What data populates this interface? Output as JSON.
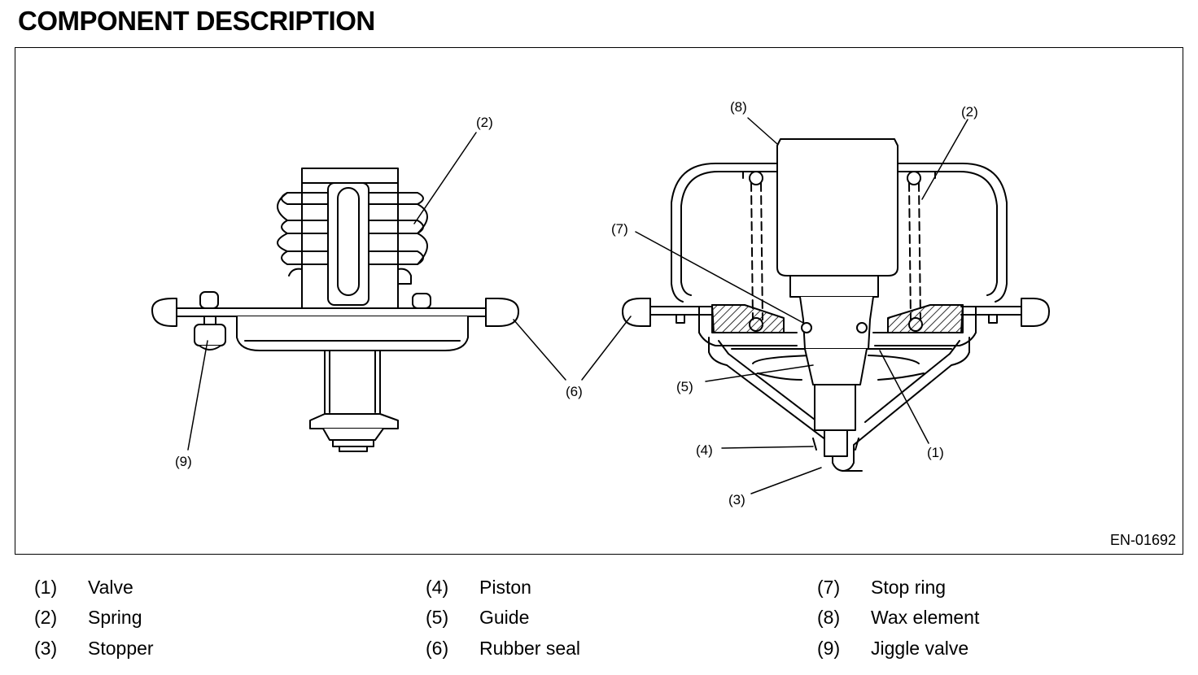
{
  "title": "COMPONENT DESCRIPTION",
  "figure": {
    "code": "EN-01692",
    "callouts": {
      "left_spring": "(2)",
      "left_jiggle": "(9)",
      "rubber_seal": "(6)",
      "wax_element": "(8)",
      "right_spring": "(2)",
      "stop_ring": "(7)",
      "guide": "(5)",
      "piston": "(4)",
      "valve": "(1)",
      "stopper": "(3)"
    }
  },
  "legend": [
    {
      "num": "(1)",
      "name": "Valve"
    },
    {
      "num": "(2)",
      "name": "Spring"
    },
    {
      "num": "(3)",
      "name": "Stopper"
    },
    {
      "num": "(4)",
      "name": "Piston"
    },
    {
      "num": "(5)",
      "name": "Guide"
    },
    {
      "num": "(6)",
      "name": "Rubber seal"
    },
    {
      "num": "(7)",
      "name": "Stop ring"
    },
    {
      "num": "(8)",
      "name": "Wax element"
    },
    {
      "num": "(9)",
      "name": "Jiggle valve"
    }
  ]
}
